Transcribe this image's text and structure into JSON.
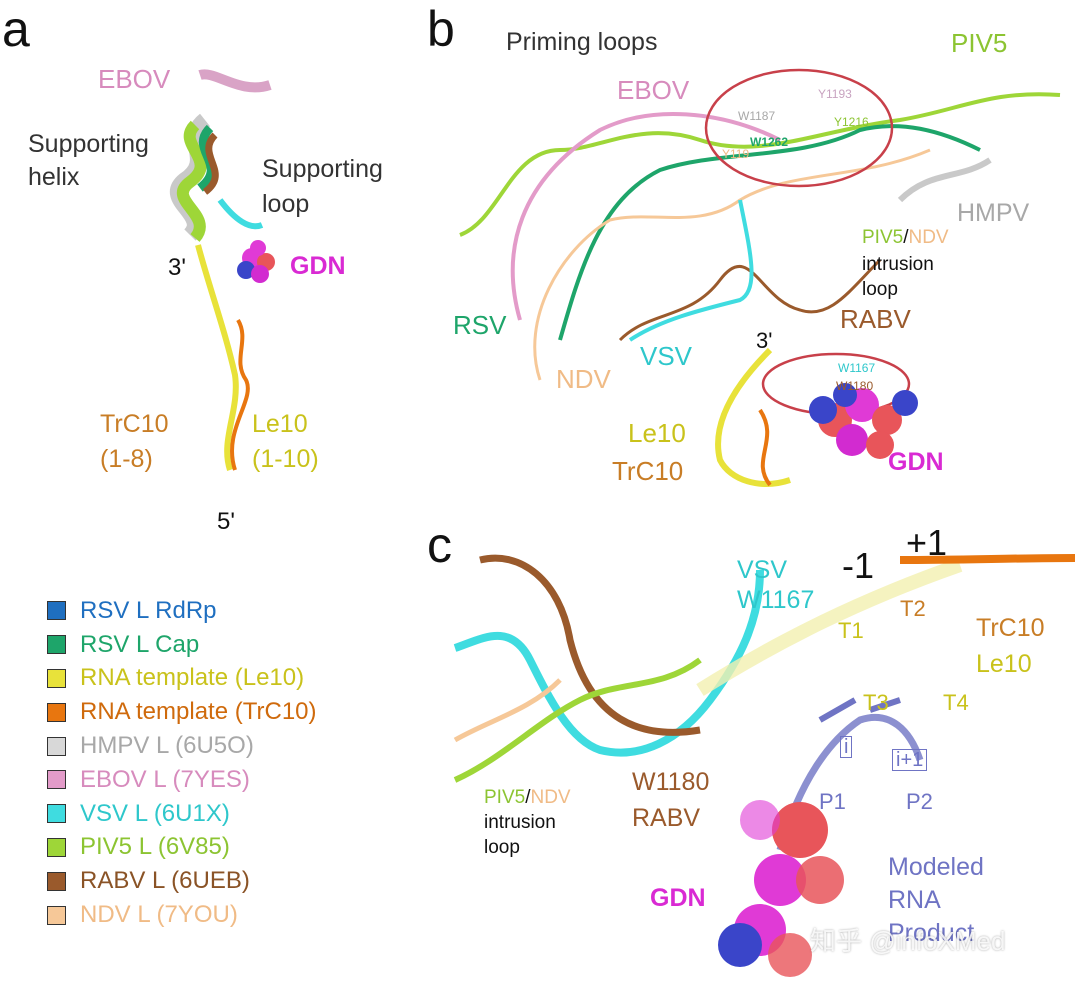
{
  "panels": {
    "a": {
      "letter": "a",
      "labels": {
        "ebov": "EBOV",
        "supporting_helix_1": "Supporting",
        "supporting_helix_2": "helix",
        "supporting_loop_1": "Supporting",
        "supporting_loop_2": "loop",
        "three_prime": "3'",
        "gdn": "GDN",
        "trc10": "TrC10",
        "trc10_range": "(1-8)",
        "le10": "Le10",
        "le10_range": "(1-10)",
        "five_prime": "5'"
      }
    },
    "b": {
      "letter": "b",
      "labels": {
        "priming_loops": "Priming loops",
        "piv5": "PIV5",
        "ebov": "EBOV",
        "hmpv": "HMPV",
        "intrusion_piv5": "PIV5",
        "intrusion_slash": "/",
        "intrusion_ndv": "NDV",
        "intrusion_2": "intrusion",
        "intrusion_3": "loop",
        "rsv": "RSV",
        "rabv": "RABV",
        "vsv": "VSV",
        "three_prime": "3'",
        "ndv": "NDV",
        "le10": "Le10",
        "trc10": "TrC10",
        "gdn": "GDN",
        "y1193": "Y1193",
        "w1187": "W1187",
        "y1216": "Y1216",
        "w1262": "W1262",
        "y119x": "Y119",
        "w1167": "W1167",
        "w1180": "W1180"
      }
    },
    "c": {
      "letter": "c",
      "labels": {
        "minus1": "-1",
        "plus1": "+1",
        "vsv": "VSV",
        "w1167": "W1167",
        "t1": "T1",
        "t2": "T2",
        "trc10": "TrC10",
        "le10": "Le10",
        "t3": "T3",
        "t4": "T4",
        "i": "i",
        "i_plus_1": "i+1",
        "w1180": "W1180",
        "rabv": "RABV",
        "p1": "P1",
        "p2": "P2",
        "intrusion_piv5": "PIV5",
        "intrusion_slash": "/",
        "intrusion_ndv": "NDV",
        "intrusion_2": "intrusion",
        "intrusion_3": "loop",
        "modeled_1": "Modeled",
        "modeled_2": "RNA",
        "modeled_3": "Product",
        "gdn": "GDN"
      }
    }
  },
  "legend": [
    {
      "label": "RSV L RdRp",
      "color": "#1f6fc0"
    },
    {
      "label": "RSV L Cap",
      "color": "#1ea56a"
    },
    {
      "label": "RNA template (Le10)",
      "color": "#e8e23a"
    },
    {
      "label": "RNA template (TrC10)",
      "color": "#e8760f"
    },
    {
      "label": "HMPV L (6U5O)",
      "color": "#d8d8d8"
    },
    {
      "label": "EBOV L (7YES)",
      "color": "#e39bc9"
    },
    {
      "label": "VSV L (6U1X)",
      "color": "#3fdce0"
    },
    {
      "label": "PIV5 L (6V85)",
      "color": "#9ed638"
    },
    {
      "label": "RABV L (6UEB)",
      "color": "#9a5a2c"
    },
    {
      "label": "NDV L (7YOU)",
      "color": "#f6c898"
    }
  ],
  "legend_text_colors": [
    "#1f6fc0",
    "#1ea56a",
    "#c9c21b",
    "#cf6a0c",
    "#a8a8a8",
    "#d78bbd",
    "#2ec7cb",
    "#8cc432",
    "#8a5326",
    "#f0bb86"
  ],
  "watermark": "知乎 @infoXMed"
}
